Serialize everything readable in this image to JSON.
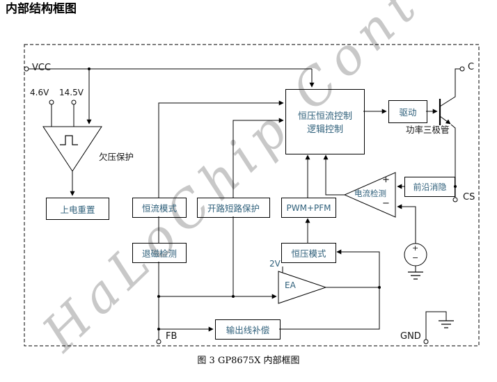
{
  "page": {
    "title": "内部结构框图",
    "caption": "图 3  GP8675X 内部框图",
    "watermark": "HaLoChip Cont"
  },
  "pins": {
    "vcc": "VCC",
    "c": "C",
    "cs": "CS",
    "gnd": "GND",
    "fb": "FB"
  },
  "thresholds": {
    "uvlo_low": "4.6V",
    "uvlo_high": "14.5V",
    "ea_ref": "2V"
  },
  "blocks": {
    "logic_line1": "恒压恒流控制",
    "logic_line2": "逻辑控制",
    "drive": "驱动",
    "power_transistor": "功率三极管",
    "leb": "前沿消隐",
    "current_sense": "电流检测",
    "uvlo": "欠压保护",
    "por": "上电重置",
    "cc_mode": "恒流模式",
    "ocp": "开路短路保护",
    "pwm_pfm": "PWM+PFM",
    "cv_mode": "恒压模式",
    "demag": "退磁检测",
    "line_comp": "输出线补偿",
    "ea": "EA"
  },
  "signs": {
    "plus": "+",
    "minus": "−"
  },
  "colors": {
    "box_text": "#2e5f7a",
    "line": "#000000",
    "watermark": "#c8c8c8"
  }
}
